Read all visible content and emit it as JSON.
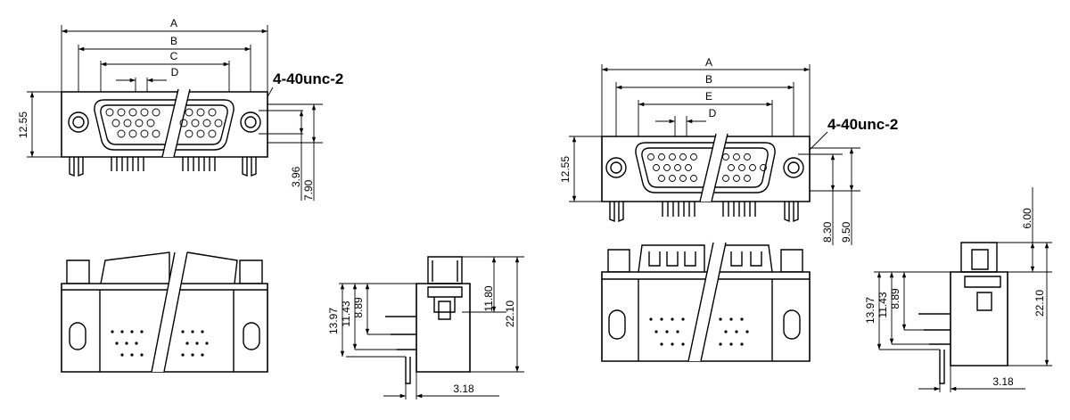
{
  "left_front": {
    "dims": {
      "A": "A",
      "B": "B",
      "C": "C",
      "D": "D"
    },
    "thread": "4-40unc-2",
    "height": "12.55",
    "side_a": "3.96",
    "side_b": "7.90"
  },
  "left_side": {
    "d1": "13.97",
    "d2": "11.43",
    "d3": "8.89",
    "d4": "11.80",
    "d5": "22.10",
    "d6": "3.18"
  },
  "right_front": {
    "dims": {
      "A": "A",
      "B": "B",
      "E": "E",
      "D": "D"
    },
    "thread": "4-40unc-2",
    "height": "12.55",
    "side_a": "8.30",
    "side_b": "9.50"
  },
  "right_side": {
    "d0": "6.00",
    "d1": "13.97",
    "d2": "11.43",
    "d3": "8.89",
    "d5": "22.10",
    "d6": "3.18"
  }
}
